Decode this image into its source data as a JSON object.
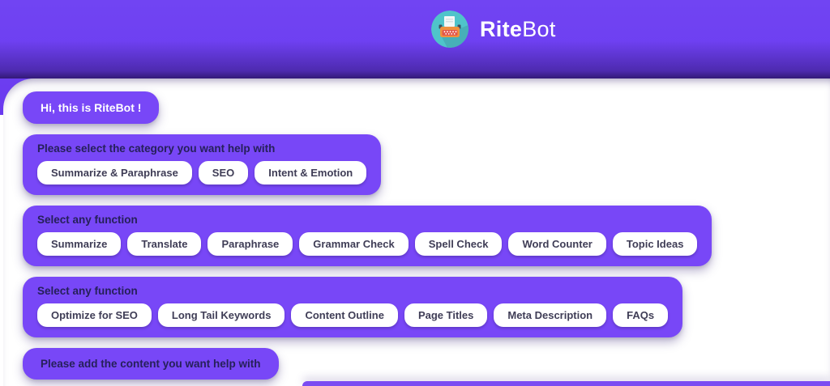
{
  "header": {
    "brand_rite": "Rite",
    "brand_bot": "Bot",
    "logo_icon": "typewriter-icon"
  },
  "chat": {
    "greeting": "Hi, this is RiteBot !",
    "category_prompt": {
      "label": "Please select the category you want help with",
      "buttons": [
        "Summarize & Paraphrase",
        "SEO",
        "Intent & Emotion"
      ]
    },
    "function_groups": [
      {
        "label": "Select any function",
        "buttons": [
          "Summarize",
          "Translate",
          "Paraphrase",
          "Grammar Check",
          "Spell Check",
          "Word Counter",
          "Topic Ideas"
        ]
      },
      {
        "label": "Select any function",
        "buttons": [
          "Optimize for SEO",
          "Long Tail Keywords",
          "Content Outline",
          "Page Titles",
          "Meta Description",
          "FAQs"
        ]
      }
    ],
    "content_prompt": "Please add the content you want help with"
  },
  "colors": {
    "header_purple": "#6a3aef",
    "bubble_purple": "#7847f7",
    "logo_teal": "#4fc4ca",
    "label_dark": "#26205a",
    "button_text": "#3f3d56",
    "greeting_text": "#ffffff"
  }
}
